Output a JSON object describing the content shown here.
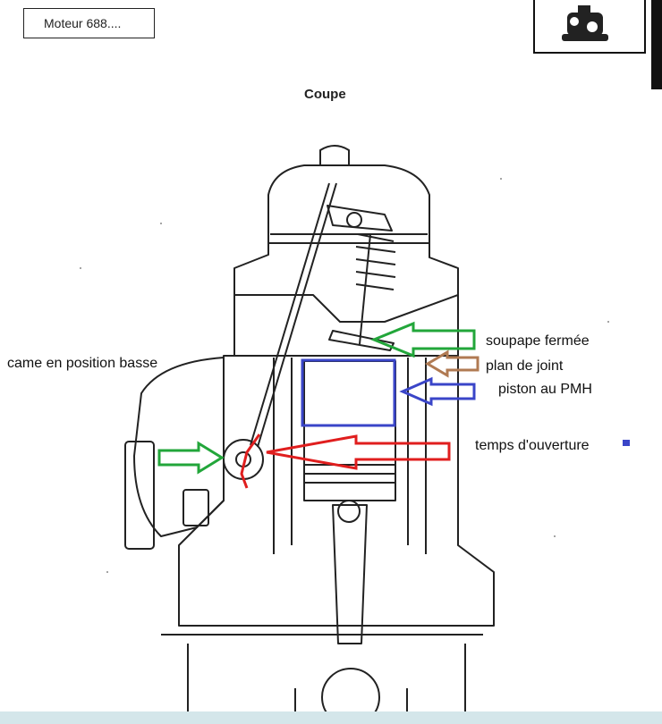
{
  "header": {
    "title_box": "Moteur 688....",
    "section_title": "Coupe"
  },
  "annotations": {
    "valve": "soupape fermée",
    "gasket": "plan de joint",
    "piston": "piston au PMH",
    "cam": "came en position basse",
    "timing": "temps d'ouverture"
  },
  "colors": {
    "green_arrow": "#22a63a",
    "brown_arrow": "#b07a52",
    "blue_arrow": "#3a45c8",
    "red_arrow": "#e01e1e",
    "blue_box": "#3a45c8",
    "ink": "#222222",
    "background_strip": "#d4e6ea"
  },
  "icons": {
    "engine_thumbnail": "engine-thumbnail-icon",
    "timing_marker": "blue-square-icon"
  }
}
